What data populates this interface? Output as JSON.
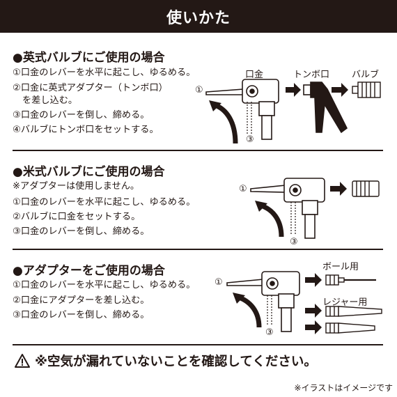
{
  "header": {
    "title": "使いかた"
  },
  "section1": {
    "title": "●英式バルブにご使用の場合",
    "steps": [
      "①口金のレバーを水平に起こし、ゆるめる。",
      "②口金に英式アダプター（トンボ口）",
      "を差し込む。",
      "③口金のレバーを倒し、締める。",
      "④バルブにトンボ口をセットする。"
    ],
    "labels": {
      "kuchigane": "口金",
      "tonboguchi": "トンボ口",
      "valve": "バルブ"
    },
    "markers": {
      "one": "①",
      "three": "③"
    }
  },
  "section2": {
    "title": "●米式バルブにご使用の場合",
    "note": "※アダプターは使用しません。",
    "steps": [
      "①口金のレバーを水平に起こし、ゆるめる。",
      "②バルブに口金をセットする。",
      "③口金のレバーを倒し、締める。"
    ],
    "markers": {
      "one": "①",
      "three": "③"
    }
  },
  "section3": {
    "title": "●アダプターをご使用の場合",
    "steps": [
      "①口金のレバーを水平に起こし、ゆるめる。",
      "②口金にアダプターを差し込む。",
      "③口金のレバーを倒し、締める。"
    ],
    "labels": {
      "ball": "ボール用",
      "leisure": "レジャー用"
    },
    "markers": {
      "one": "①",
      "three": "③"
    }
  },
  "warning": {
    "text": "※空気が漏れていないことを確認してください。"
  },
  "footnote": "※イラストはイメージです",
  "colors": {
    "dark": "#231815",
    "background": "#ffffff"
  },
  "icons": {
    "warning": "warning-triangle-icon",
    "arrow": "right-arrow-icon"
  }
}
